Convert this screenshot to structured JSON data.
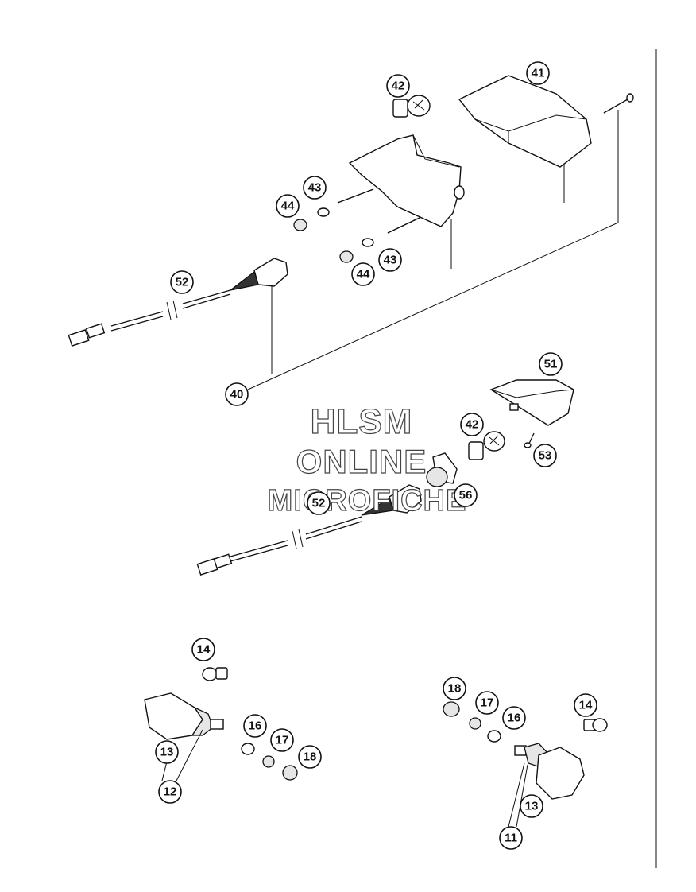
{
  "watermark": {
    "line1": "HLSM",
    "line2": "ONLINE",
    "line3": "MICROFICHE"
  },
  "callouts": {
    "c41": "41",
    "c42a": "42",
    "c43a": "43",
    "c44a": "44",
    "c43b": "43",
    "c44b": "44",
    "c52a": "52",
    "c40": "40",
    "c51": "51",
    "c42b": "42",
    "c53": "53",
    "c56": "56",
    "c52b": "52",
    "c14a": "14",
    "c13a": "13",
    "c12": "12",
    "c16a": "16",
    "c17a": "17",
    "c18a": "18",
    "c18b": "18",
    "c17b": "17",
    "c16b": "16",
    "c14b": "14",
    "c13b": "13",
    "c11": "11"
  }
}
